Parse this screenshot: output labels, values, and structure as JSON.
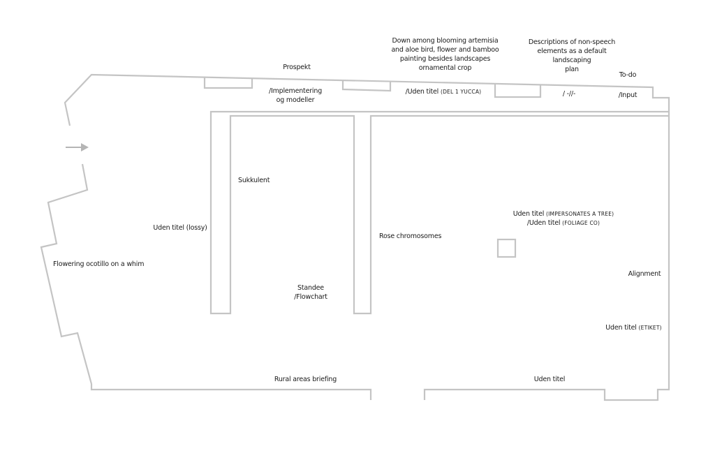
{
  "plan": {
    "wall_color": "#c4c4c4",
    "entrance_icon": "arrow-right-icon",
    "labels": {
      "prospekt": "Prospekt",
      "implementering_l1": "/Implementering",
      "implementering_l2": "og modeller",
      "down_among_l1": "Down among blooming artemisia",
      "down_among_l2": "and aloe bird, flower and bamboo",
      "down_among_l3": "painting besides landscapes",
      "down_among_l4": "ornamental crop",
      "uden_titel_del": "/Uden titel",
      "del_1_yucca": "(DEL 1 YUCCA)",
      "descriptions_l1": "Descriptions of non-speech",
      "descriptions_l2": "elements as a default",
      "descriptions_l3": "landscaping",
      "descriptions_l4": "plan",
      "slash_mark": "/ -//-",
      "to_do": "To-do",
      "input": "/Input",
      "sukkulent": "Sukkulent",
      "uden_titel_lossy": "Uden titel (lossy)",
      "flowering_ocotillo": "Flowering ocotillo on a whim",
      "standee_l1": "Standee",
      "standee_l2": "/Flowchart",
      "rose_chromosomes": "Rose chromosomes",
      "uden_titel_tree_a": "Uden titel",
      "impersonates_tree": "(IMPERSONATES A TREE)",
      "uden_titel_tree_b": "/Uden titel",
      "foliage_co": "(FOLIAGE CO)",
      "alignment": "Alignment",
      "uden_titel_etiket_a": "Uden titel",
      "etiket": "(ETIKET)",
      "rural_areas": "Rural areas briefing",
      "uden_titel_bottom": "Uden titel"
    }
  }
}
